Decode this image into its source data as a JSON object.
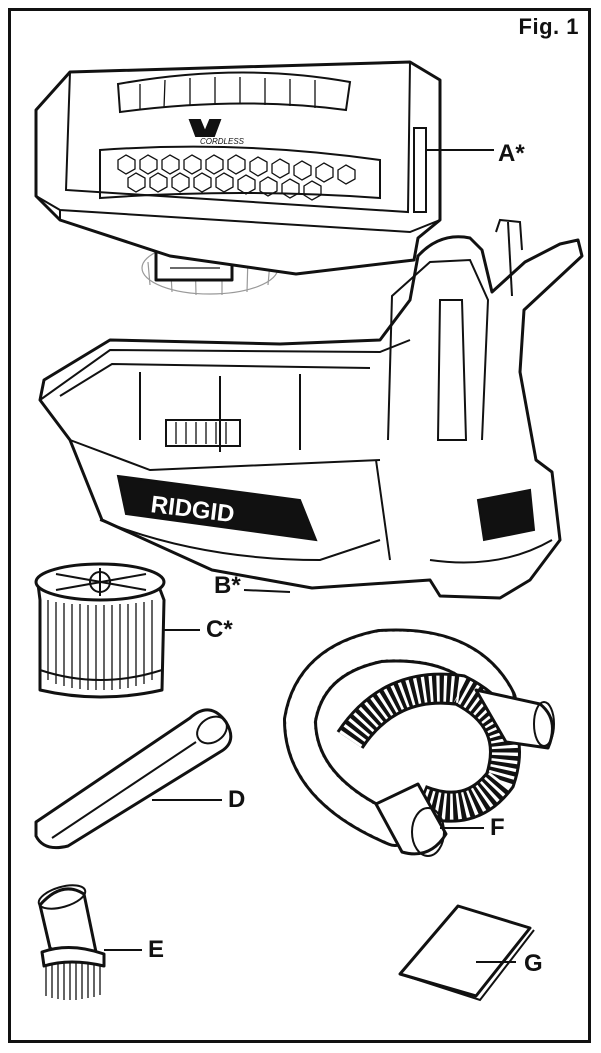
{
  "figure": {
    "title": "Fig. 1"
  },
  "labels": {
    "a": "A*",
    "b": "B*",
    "c": "C*",
    "d": "D",
    "e": "E",
    "f": "F",
    "g": "G"
  },
  "brand_text": "RIDGID",
  "power_head_text": "CORDLESS"
}
